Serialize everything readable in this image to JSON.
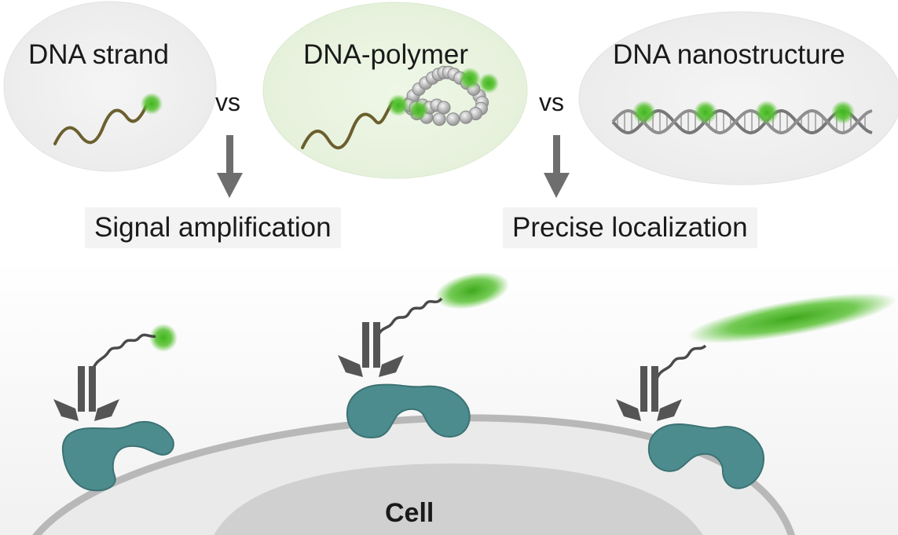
{
  "panels": {
    "left_title": "DNA strand",
    "middle_title": "DNA-polymer",
    "right_title": "DNA nanostructure"
  },
  "comparisons": {
    "vs_left": "vs",
    "vs_right": "vs"
  },
  "results": {
    "left": "Signal amplification",
    "right": "Precise localization"
  },
  "cell": {
    "label": "Cell"
  },
  "colors": {
    "fluorophore": "#5bc236",
    "strand": "#6b5f2e",
    "protein": "#4d8c8e",
    "antibody": "#555555",
    "membrane": "#b8b8b8",
    "cytoplasm": "#ececec",
    "nucleus": "#cfcfcf"
  }
}
